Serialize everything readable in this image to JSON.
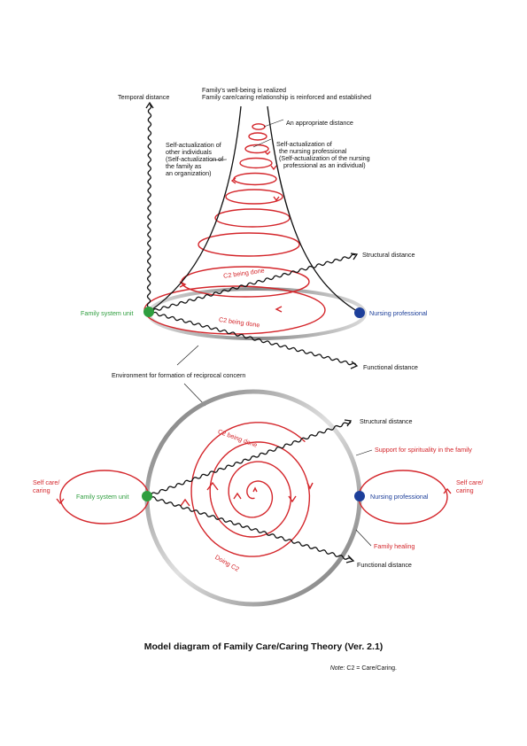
{
  "top": {
    "temporal": "Temporal distance",
    "wellbeing1": "Family’s well-being is realized",
    "wellbeing2": "Family care/caring relationship is reinforced and established",
    "appropriate": "An appropriate distance",
    "self_other": [
      "Self-actualization of",
      "other individuals",
      "(Self-actualization of",
      "the family as",
      "an organization)"
    ],
    "self_nurse": [
      "Self-actualization of",
      "the nursing professional",
      "(Self-actualization of the nursing",
      "professional as an individual)"
    ],
    "structural": "Structural distance",
    "c2_upper": "C2 being done",
    "c2_lower": "C2 being done",
    "family": "Family system unit",
    "nurse": "Nursing professional",
    "functional": "Functional distance",
    "environment": "Environment for formation of reciprocal concern"
  },
  "bottom": {
    "structural": "Structural distance",
    "c2_top": "C2 being done",
    "spirituality": "Support for spirituality in the family",
    "self_care_left": [
      "Self care/",
      "caring"
    ],
    "self_care_right": [
      "Self care/",
      "caring"
    ],
    "family": "Family system unit",
    "nurse": "Nursing professional",
    "healing": "Family healing",
    "doing": "Doing C2",
    "functional": "Functional distance"
  },
  "caption": "Model diagram of Family Care/Caring Theory (Ver. 2.1)",
  "note_label": "Note",
  "note_text": ": C2 = Care/Caring.",
  "colors": {
    "red": "#d4262b",
    "green": "#2f9e3f",
    "blue": "#1d3f9a"
  }
}
